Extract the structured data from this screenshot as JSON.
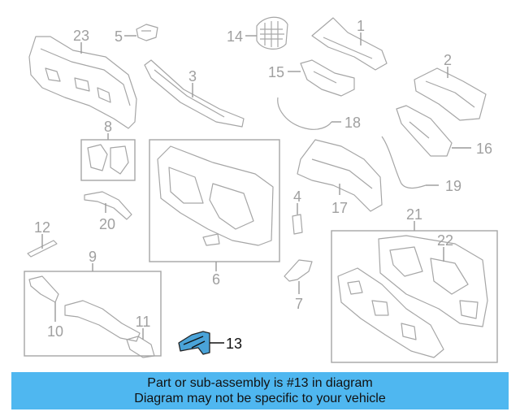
{
  "callouts": {
    "c1": "1",
    "c2": "2",
    "c3": "3",
    "c4": "4",
    "c5": "5",
    "c6": "6",
    "c7": "7",
    "c8": "8",
    "c9": "9",
    "c10": "10",
    "c11": "11",
    "c12": "12",
    "c13": "13",
    "c14": "14",
    "c15": "15",
    "c16": "16",
    "c17": "17",
    "c18": "18",
    "c19": "19",
    "c20": "20",
    "c21": "21",
    "c22": "22",
    "c23": "23"
  },
  "highlighted_part": "13",
  "colors": {
    "highlight": "#4aa3d8",
    "banner": "#4fb7f0",
    "line": "#a6a6a6"
  },
  "banner": {
    "line1": "Part or sub-assembly is #13 in diagram",
    "line2": "Diagram may not be specific to your vehicle"
  }
}
